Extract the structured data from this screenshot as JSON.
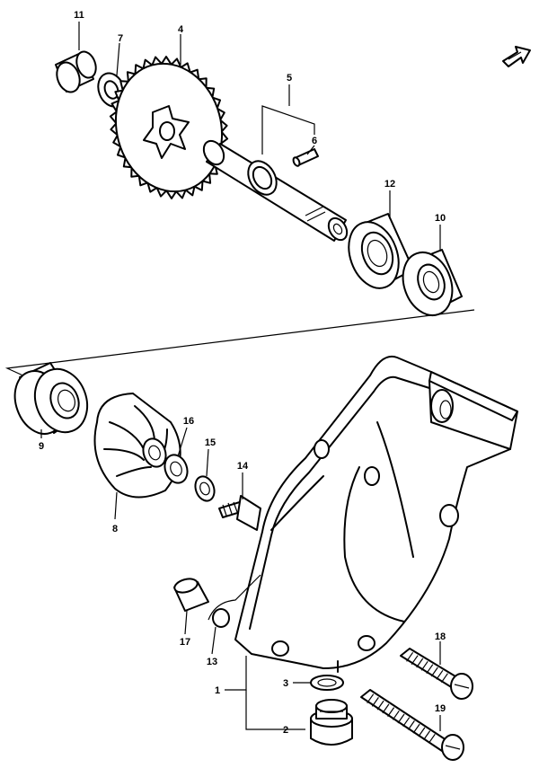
{
  "diagram": {
    "callouts": {
      "p1": "1",
      "p2": "2",
      "p3": "3",
      "p4": "4",
      "p5": "5",
      "p6": "6",
      "p7": "7",
      "p8": "8",
      "p9": "9",
      "p10": "10",
      "p11": "11",
      "p12": "12",
      "p13": "13",
      "p14": "14",
      "p15": "15",
      "p16": "16",
      "p17": "17",
      "p18": "18",
      "p19": "19"
    },
    "icons": {
      "front_arrow": "front-direction-arrow-icon"
    },
    "colors": {
      "ink": "#000000",
      "paper": "#ffffff"
    }
  }
}
